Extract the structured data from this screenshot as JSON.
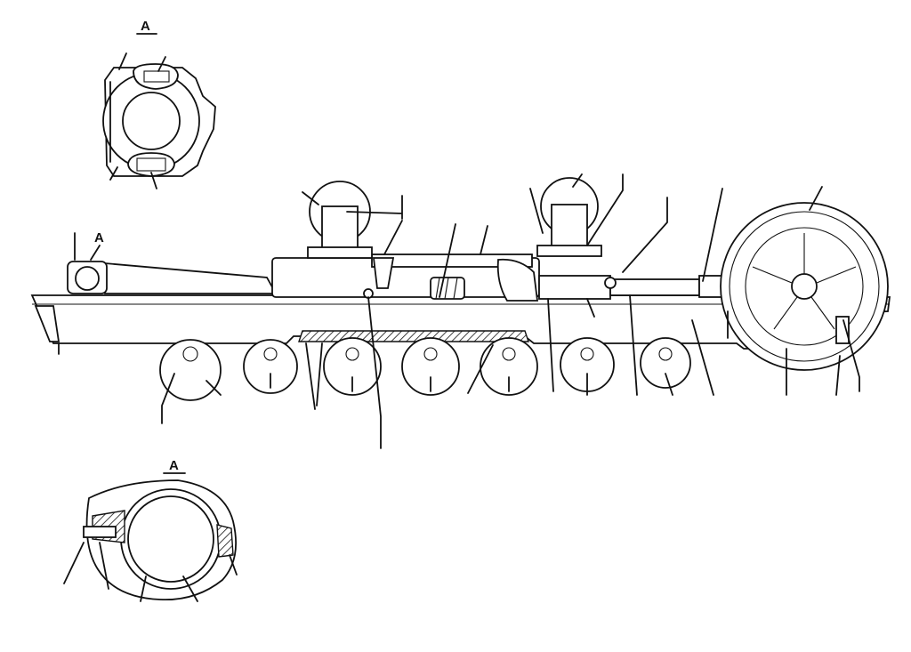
{
  "diagram": {
    "view_labels": {
      "top_detail": "A",
      "main_marker": "A",
      "bottom_detail": "A"
    },
    "colors": {
      "line": "#111111",
      "background": "#ffffff"
    }
  }
}
